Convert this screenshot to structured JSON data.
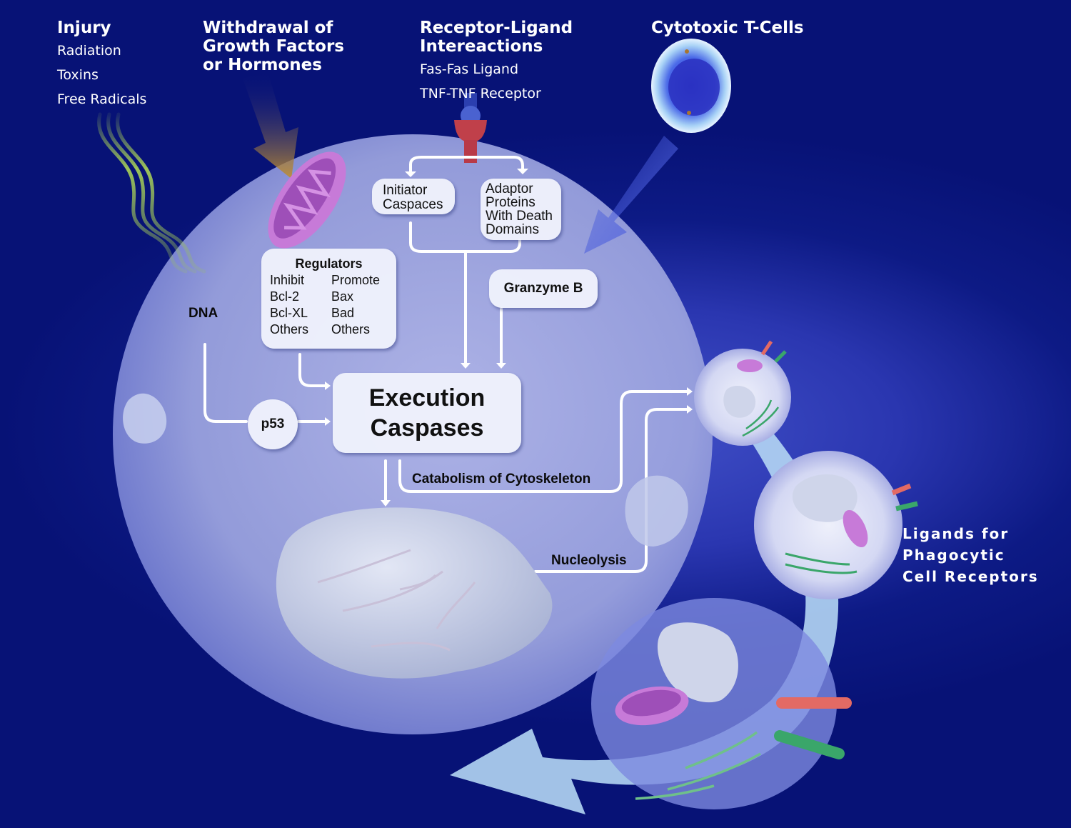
{
  "title": "Apoptosis pathways",
  "inputs": {
    "injury": {
      "title": "Injury",
      "items": [
        "Radiation",
        "Toxins",
        "Free Radicals"
      ]
    },
    "withdrawal": {
      "title_lines": [
        "Withdrawal of",
        "Growth Factors",
        "or Hormones"
      ]
    },
    "receptor_ligand": {
      "title_lines": [
        "Receptor-Ligand",
        "Intereactions"
      ],
      "items": [
        "Fas-Fas Ligand",
        "TNF-TNF Receptor"
      ]
    },
    "tcells": {
      "title": "Cytotoxic T-Cells"
    }
  },
  "nodes": {
    "initiator": [
      "Initiator",
      "Caspaces"
    ],
    "adaptor": [
      "Adaptor",
      "Proteins",
      "With Death",
      "Domains"
    ],
    "regulators": {
      "title": "Regulators",
      "inhibit": [
        "Inhibit",
        "Bcl-2",
        "Bcl-XL",
        "Others"
      ],
      "promote": [
        "Promote",
        "Bax",
        "Bad",
        "Others"
      ]
    },
    "granzyme": "Granzyme B",
    "dna": "DNA",
    "p53": "p53",
    "execution": [
      "Execution",
      "Caspases"
    ],
    "catabolism": "Catabolism of Cytoskeleton",
    "nucleolysis": "Nucleolysis",
    "ligands": [
      "Ligands for",
      "Phagocytic",
      "Cell Receptors"
    ]
  },
  "colors": {
    "background": "#0d1a85",
    "cell": "#a4aae0",
    "mitochondrion": "#c77ad8",
    "withdrawal_arrow": "#b8892e",
    "radiation_waves": "#9cc25a",
    "receptor_red": "#c0404a",
    "ligand_red": "#e36a64",
    "ligand_green": "#3aa66a",
    "phagocytosis_arrow": "#b4d6f4"
  }
}
